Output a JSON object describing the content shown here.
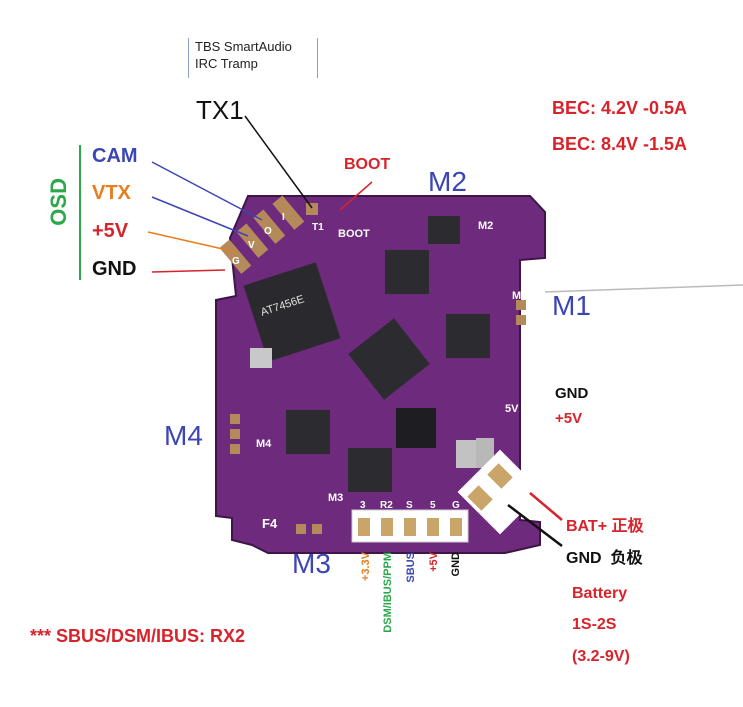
{
  "diagram": {
    "smartaudio": [
      "TBS SmartAudio",
      "IRC Tramp"
    ],
    "tx1": "TX1",
    "bec": [
      "BEC: 4.2V -0.5A",
      "BEC: 8.4V -1.5A"
    ],
    "boot": "BOOT",
    "osd": "OSD",
    "osd_pins": [
      "CAM",
      "VTX",
      "+5V",
      "GND"
    ],
    "motors": {
      "m1": "M1",
      "m2": "M2",
      "m3": "M3",
      "m4": "M4"
    },
    "right_pads": [
      "GND",
      "+5V"
    ],
    "battery_pads": [
      "BAT+ 正极",
      "GND  负极"
    ],
    "battery": [
      "Battery",
      "1S-2S",
      "(3.2-9V)"
    ],
    "rx_pins": [
      "+3.3V",
      "DSM/IBUS/PPM",
      "SBUS",
      "+5V",
      "GND"
    ],
    "footnote": "*** SBUS/DSM/IBUS: RX2",
    "silk": {
      "chip": "AT7456E",
      "board": "F4",
      "pad_letters": [
        "G",
        "V",
        "O",
        "I"
      ],
      "motor_silk": [
        "M1",
        "M2",
        "M3",
        "M4"
      ],
      "boot_silk": "BOOT",
      "t1_silk": "T1",
      "v5": "5V",
      "rx_silk": [
        "3",
        "R2",
        "S",
        "5",
        "G"
      ]
    }
  }
}
